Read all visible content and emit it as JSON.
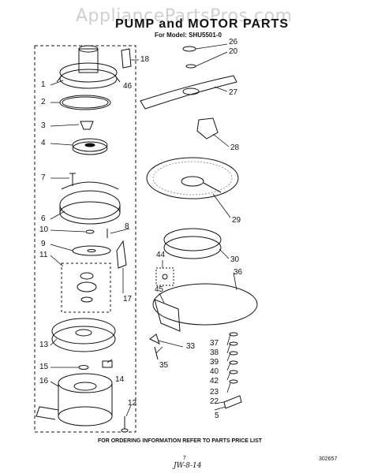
{
  "watermark": "AppliancePartsPros.com",
  "header": {
    "title": "PUMP and MOTOR PARTS",
    "model": "For Model: SHU5501-0"
  },
  "footer": {
    "ordering_note": "FOR ORDERING INFORMATION REFER TO PARTS PRICE LIST",
    "page_number": "7",
    "doc_code": "302657",
    "signature": "JW-8-14"
  },
  "callouts": {
    "c1": "1",
    "c2": "2",
    "c3": "3",
    "c4": "4",
    "c5": "5",
    "c6": "6",
    "c7": "7",
    "c8": "8",
    "c9": "9",
    "c10": "10",
    "c11": "11",
    "c12": "12",
    "c13": "13",
    "c14": "14",
    "c15": "15",
    "c16": "16",
    "c17": "17",
    "c18": "18",
    "c20": "20",
    "c22": "22",
    "c23": "23",
    "c26": "26",
    "c27": "27",
    "c28": "28",
    "c29": "29",
    "c30": "30",
    "c33": "33",
    "c35": "35",
    "c36": "36",
    "c37": "37",
    "c38": "38",
    "c39": "39",
    "c40": "40",
    "c42": "42",
    "c44": "44",
    "c45": "45",
    "c46": "46"
  }
}
